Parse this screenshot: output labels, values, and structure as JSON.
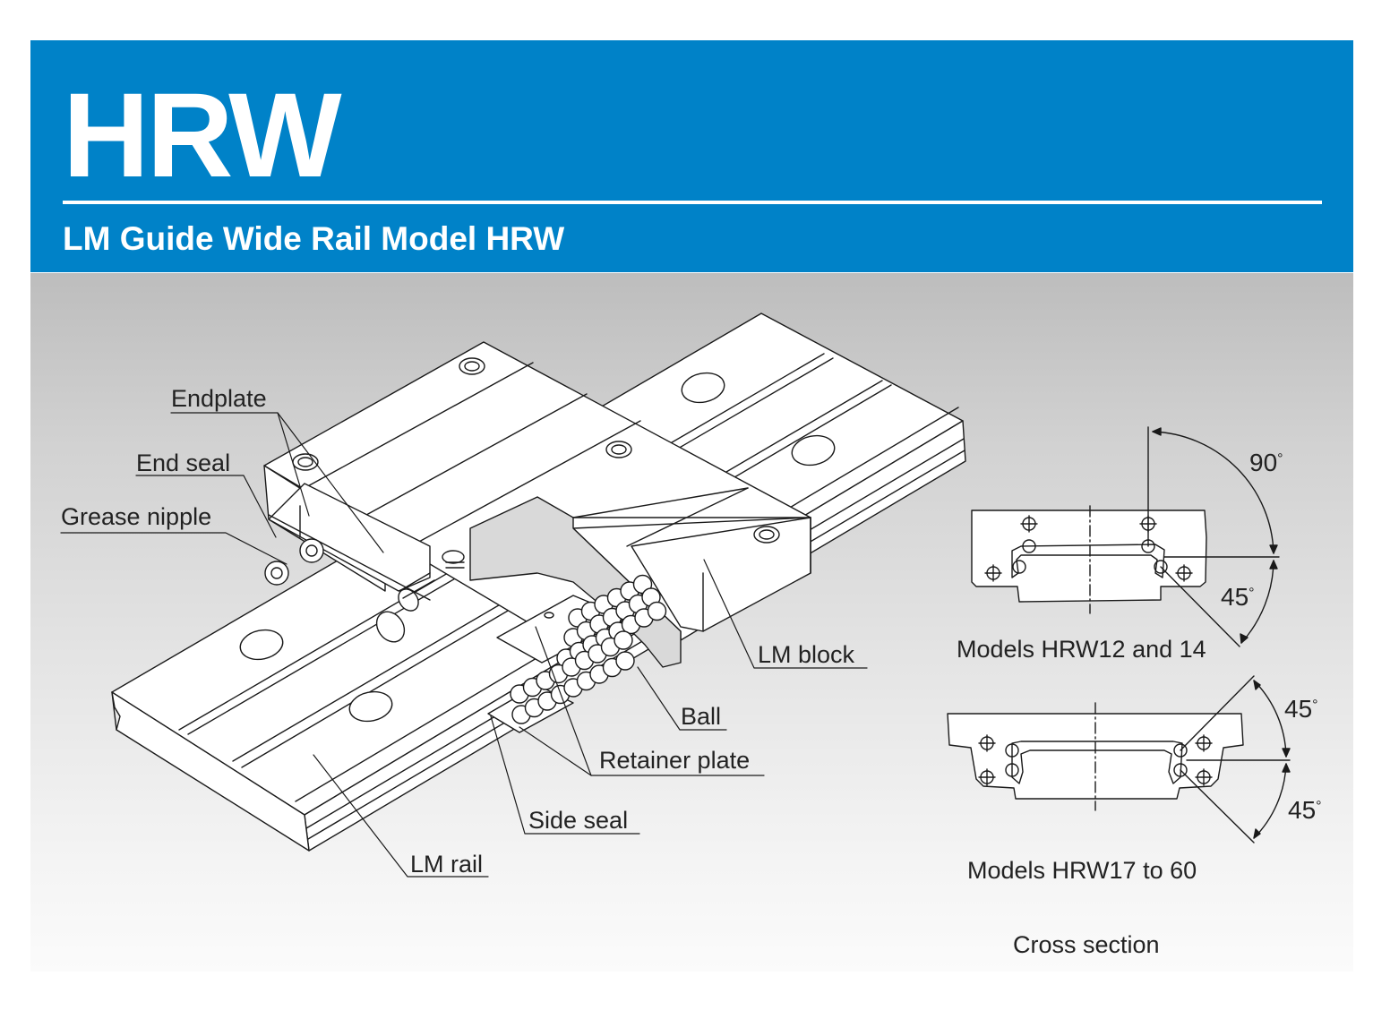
{
  "header": {
    "title": "HRW",
    "subtitle": "LM Guide Wide Rail Model HRW",
    "banner_color": "#0082c8"
  },
  "assembly": {
    "labels": {
      "endplate": "Endplate",
      "end_seal": "End seal",
      "grease_nipple": "Grease nipple",
      "lm_block": "LM block",
      "ball": "Ball",
      "retainer_plate": "Retainer plate",
      "side_seal": "Side seal",
      "lm_rail": "LM rail"
    }
  },
  "cross_sections": {
    "section_a": {
      "caption": "Models HRW12 and 14",
      "angle_upper": "90",
      "angle_lower": "45",
      "degree_symbol": "°"
    },
    "section_b": {
      "caption": "Models HRW17 to 60",
      "angle_upper": "45",
      "angle_lower": "45",
      "degree_symbol": "°"
    },
    "footer_caption": "Cross section"
  }
}
